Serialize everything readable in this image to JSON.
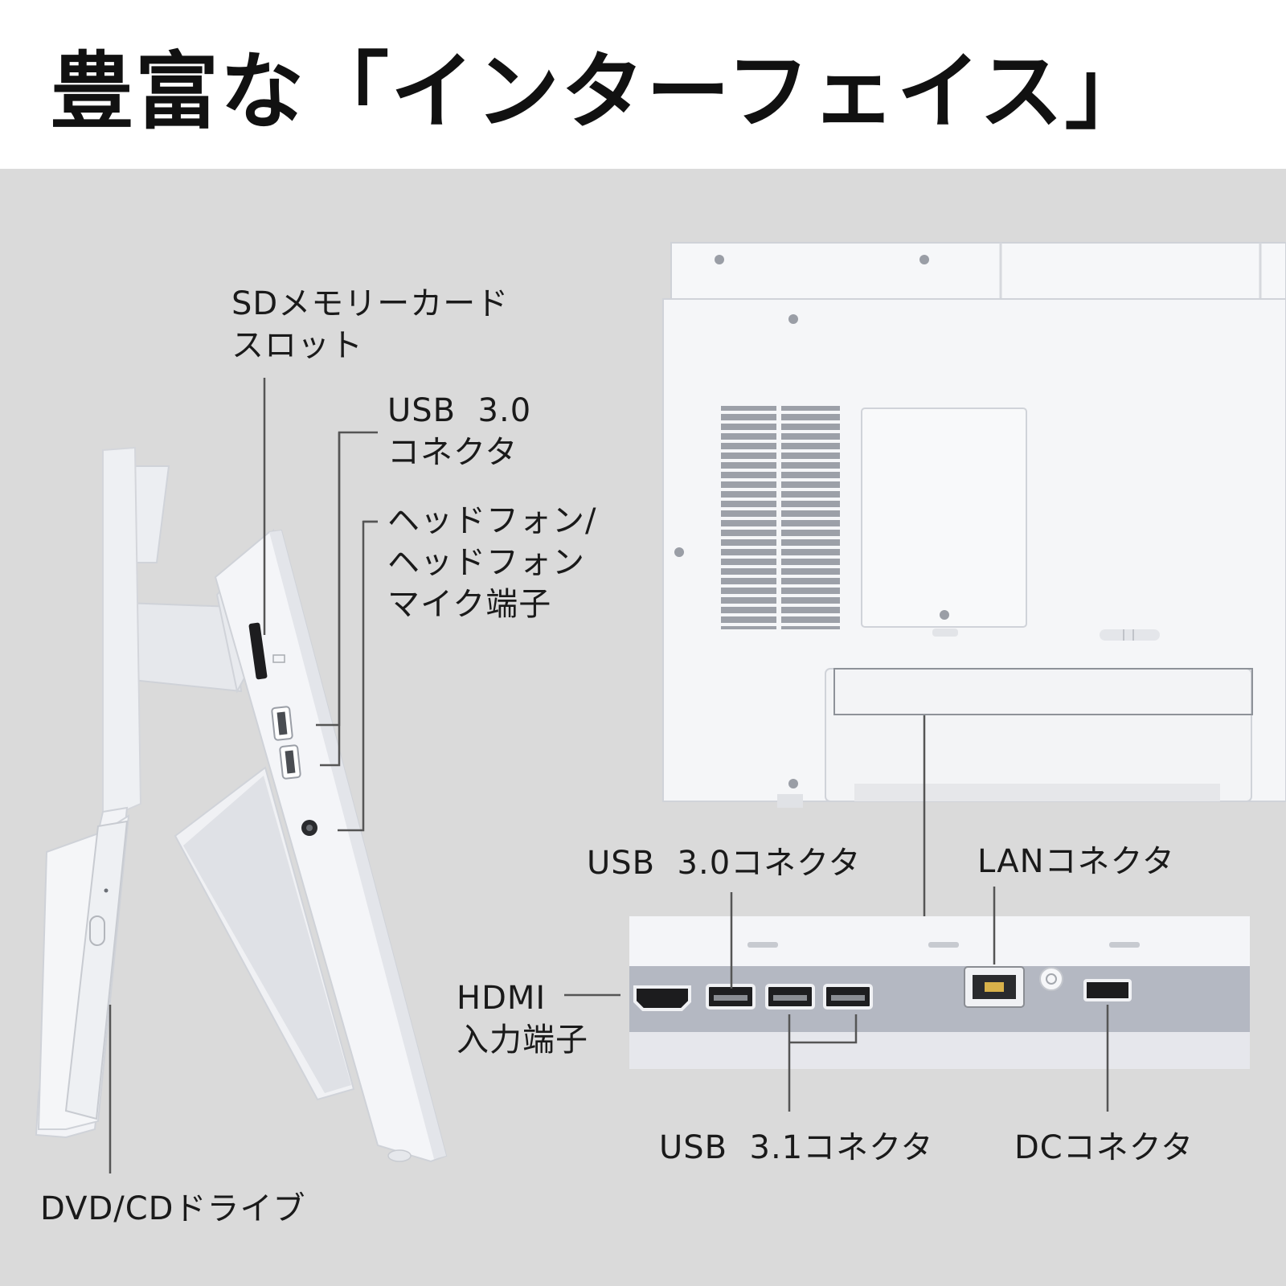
{
  "header": {
    "title": "豊富な「インターフェイス」"
  },
  "side_view": {
    "sd_slot": [
      "SDメモリーカード",
      "スロット"
    ],
    "usb30": [
      "USB  3.0",
      "コネクタ"
    ],
    "headphone": [
      "ヘッドフォン/",
      "ヘッドフォン",
      "マイク端子"
    ],
    "dvd": "DVD/CDドライブ"
  },
  "rear_ports": {
    "usb30": "USB  3.0コネクタ",
    "lan": "LANコネクタ",
    "hdmi": [
      "HDMI",
      "入力端子"
    ],
    "usb31": "USB  3.1コネクタ",
    "dc": "DCコネクタ"
  },
  "colors": {
    "header_bg": "#ffffff",
    "body_bg": "#dadada",
    "device_white": "#f4f5f8",
    "port_panel_gray": "#b4b8c2",
    "leader_line": "#555555"
  }
}
